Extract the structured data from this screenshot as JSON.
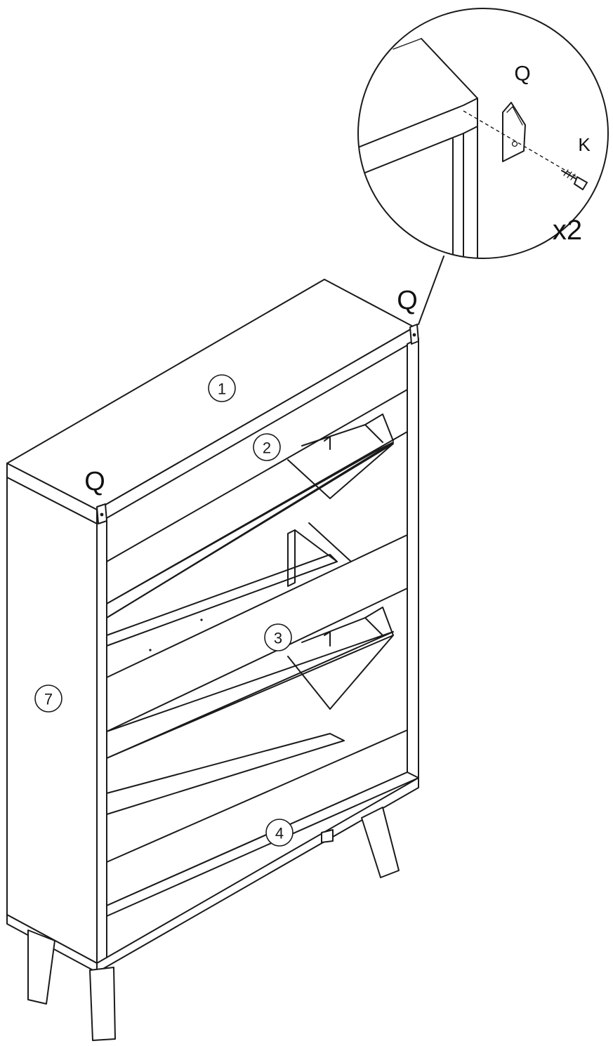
{
  "diagram": {
    "part_labels": [
      {
        "id": "top",
        "text": "1"
      },
      {
        "id": "upper-flap",
        "text": "2"
      },
      {
        "id": "lower-flap",
        "text": "3"
      },
      {
        "id": "base-rail",
        "text": "4"
      },
      {
        "id": "side-panel",
        "text": "7"
      }
    ],
    "bracket_label": "Q",
    "screw_label": "K",
    "quantity": "x2"
  }
}
